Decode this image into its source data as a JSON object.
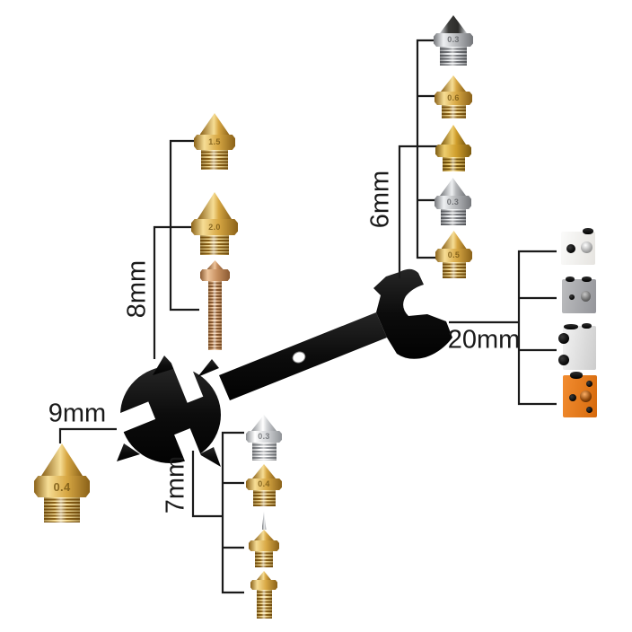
{
  "product": "5-in-1 multi wrench for 3D printer nozzles and heater blocks",
  "colors": {
    "background": "#ffffff",
    "wrench_black": "#141414",
    "callout_line": "#1a1a1a",
    "brass": "#d8a844",
    "copper": "#c68e5e",
    "steel": "#b6b8bb",
    "heater_block_orange": "#e8761e"
  },
  "groups": {
    "left_8mm": {
      "label": "8mm",
      "items": [
        {
          "name": "mk8-brass-nozzle",
          "marking": "1.5"
        },
        {
          "name": "mk8-brass-nozzle",
          "marking": "2.0"
        },
        {
          "name": "long-copper-thread-nozzle",
          "marking": ""
        }
      ]
    },
    "top_right_6mm": {
      "label": "6mm",
      "items": [
        {
          "name": "steel-nozzle-black-tip",
          "marking": "0.3"
        },
        {
          "name": "mk8-brass-nozzle",
          "marking": "0.6"
        },
        {
          "name": "mk8-gold-nozzle",
          "marking": ""
        },
        {
          "name": "mk8-steel-nozzle",
          "marking": "0.3"
        },
        {
          "name": "mk8-brass-nozzle",
          "marking": "0.5"
        }
      ]
    },
    "right_20mm": {
      "label": "20mm",
      "items": [
        {
          "name": "heater-block-white"
        },
        {
          "name": "heater-block-gray"
        },
        {
          "name": "heater-block-silver"
        },
        {
          "name": "heater-block-orange"
        }
      ]
    },
    "bottom_left_9mm": {
      "label": "9mm",
      "items": [
        {
          "name": "mk10-brass-nozzle",
          "marking": "0.4"
        }
      ]
    },
    "bottom_mid_7mm": {
      "label": "7mm",
      "items": [
        {
          "name": "v6-chrome-nozzle",
          "marking": "0.3"
        },
        {
          "name": "v6-brass-nozzle",
          "marking": "0.4"
        },
        {
          "name": "needle-tip-brass-nozzle",
          "marking": ""
        },
        {
          "name": "volcano-brass-nozzle",
          "marking": ""
        }
      ]
    }
  }
}
